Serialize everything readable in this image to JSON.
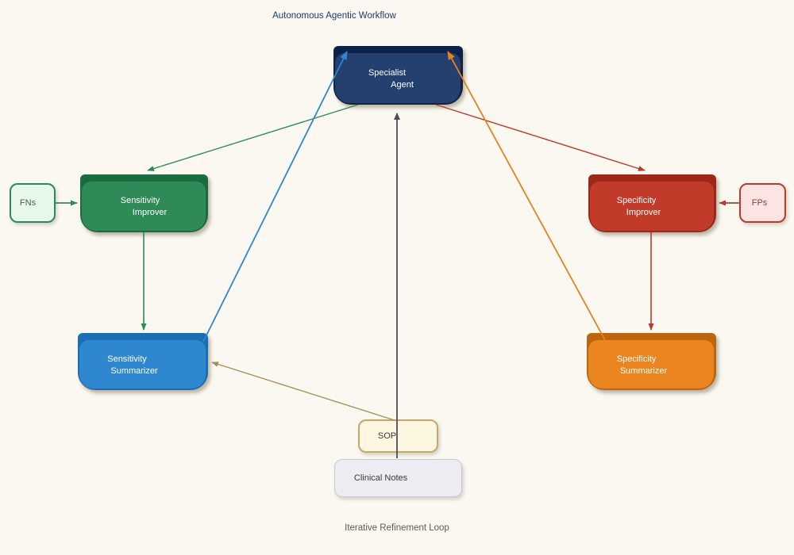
{
  "diagram": {
    "title": "Autonomous Agentic Workflow",
    "caption": "Iterative Refinement Loop"
  },
  "nodes": {
    "specialist_agent": {
      "line1": "Specialist",
      "line2": "Agent"
    },
    "sensitivity_improver": {
      "line1": "Sensitivity",
      "line2": "Improver"
    },
    "specificity_improver": {
      "line1": "Specificity",
      "line2": "Improver"
    },
    "sensitivity_summarizer": {
      "line1": "Sensitivity",
      "line2": "Summarizer"
    },
    "specificity_summarizer": {
      "line1": "Specificity",
      "line2": "Summarizer"
    },
    "fns": {
      "label": "FNs"
    },
    "fps": {
      "label": "FPs"
    },
    "sop": {
      "label": "SOP"
    },
    "clinical_notes": {
      "label": "Clinical Notes"
    }
  },
  "edges": [
    {
      "from": "specialist_agent",
      "to": "sensitivity_improver",
      "color": "#2e8b57"
    },
    {
      "from": "fns",
      "to": "sensitivity_improver",
      "color": "#2e8b57"
    },
    {
      "from": "sensitivity_improver",
      "to": "sensitivity_summarizer",
      "color": "#2e8b57"
    },
    {
      "from": "sensitivity_summarizer",
      "to": "specialist_agent",
      "color": "#2f87cf"
    },
    {
      "from": "specialist_agent",
      "to": "specificity_improver",
      "color": "#c0392b"
    },
    {
      "from": "fps",
      "to": "specificity_improver",
      "color": "#c0392b"
    },
    {
      "from": "specificity_improver",
      "to": "specificity_summarizer",
      "color": "#c0392b"
    },
    {
      "from": "specificity_summarizer",
      "to": "specialist_agent",
      "color": "#e8821e"
    },
    {
      "from": "sop",
      "to": "sensitivity_summarizer",
      "color": "#a89159"
    },
    {
      "from": "clinical_notes",
      "to": "specialist_agent",
      "color": "#4d4d57"
    }
  ],
  "palette": {
    "background": "#faf8f0",
    "specialist_body": "#24406e",
    "specialist_band": "#0e2247",
    "sensitivity_improver_body": "#2e8b57",
    "sensitivity_improver_band": "#1b6b40",
    "specificity_improver_body": "#c23b2a",
    "specificity_improver_band": "#9e2717",
    "sensitivity_summarizer_body": "#2f87cf",
    "sensitivity_summarizer_band": "#1a6fb3",
    "specificity_summarizer_body": "#ea851f",
    "specificity_summarizer_band": "#bd6410",
    "fns_fill": "#e5f8e9",
    "fns_border": "#2e8b57",
    "fps_fill": "#fbe4e2",
    "fps_border": "#c0392b",
    "sop_fill": "#fdf6e1",
    "sop_border": "#c8a76c",
    "clinical_fill": "#ececf2",
    "clinical_border": "#c9c9d4",
    "title_color": "#1e3a6d",
    "caption_color": "#5a5a5a"
  }
}
